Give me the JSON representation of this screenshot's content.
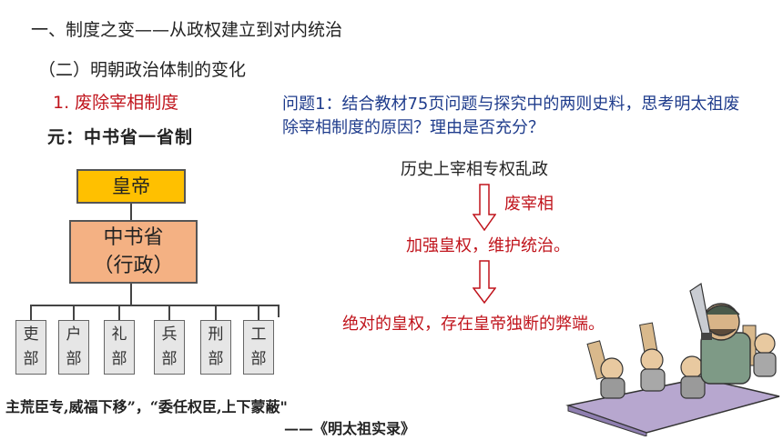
{
  "heading": {
    "section": "一、制度之变——从政权建立到对内统治",
    "subsection": "（二）明朝政治体制的变化",
    "point": "1. 废除宰相制度"
  },
  "yuan_label": "元：中书省一省制",
  "question": "问题1：结合教材75页问题与探究中的两则史料，思考明太祖废除宰相制度的原因？理由是否充分？",
  "diagram": {
    "emperor": "皇帝",
    "zhongshu": "中书省",
    "zhongshu_role": "（行政）",
    "departments": [
      {
        "top": "吏",
        "bottom": "部"
      },
      {
        "top": "户",
        "bottom": "部"
      },
      {
        "top": "礼",
        "bottom": "部"
      },
      {
        "top": "兵",
        "bottom": "部"
      },
      {
        "top": "刑",
        "bottom": "部"
      },
      {
        "top": "工",
        "bottom": "部"
      }
    ]
  },
  "quote": "主荒臣专,威福下移”，“委任权臣,上下蒙蔽\"",
  "source": "——《明太祖实录》",
  "flow": {
    "step1": "历史上宰相专权乱政",
    "step2": "废宰相",
    "step3": "加强皇权，维护统治。",
    "step4": "绝对的皇权，存在皇帝独断的弊端。"
  },
  "colors": {
    "red": "#c0141c",
    "blue": "#1f3c8c",
    "emperor_box": "#ffc000",
    "zhongshu_box": "#f4b183"
  }
}
